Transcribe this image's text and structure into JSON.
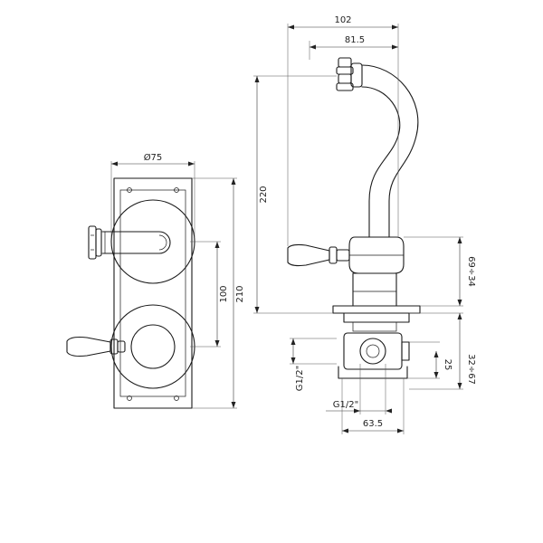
{
  "dimensions": {
    "plate_diameter": "Ø75",
    "spacing": "100",
    "plate_height": "210",
    "spout_reach": "102",
    "spout_reach_inner": "81.5",
    "spout_height": "220",
    "adjust_range": "69÷34",
    "body_depth": "25",
    "wall_range": "32÷67",
    "thread_vertical": "G1/2\"",
    "thread_horizontal": "G1/2\"",
    "body_width": "63.5"
  }
}
